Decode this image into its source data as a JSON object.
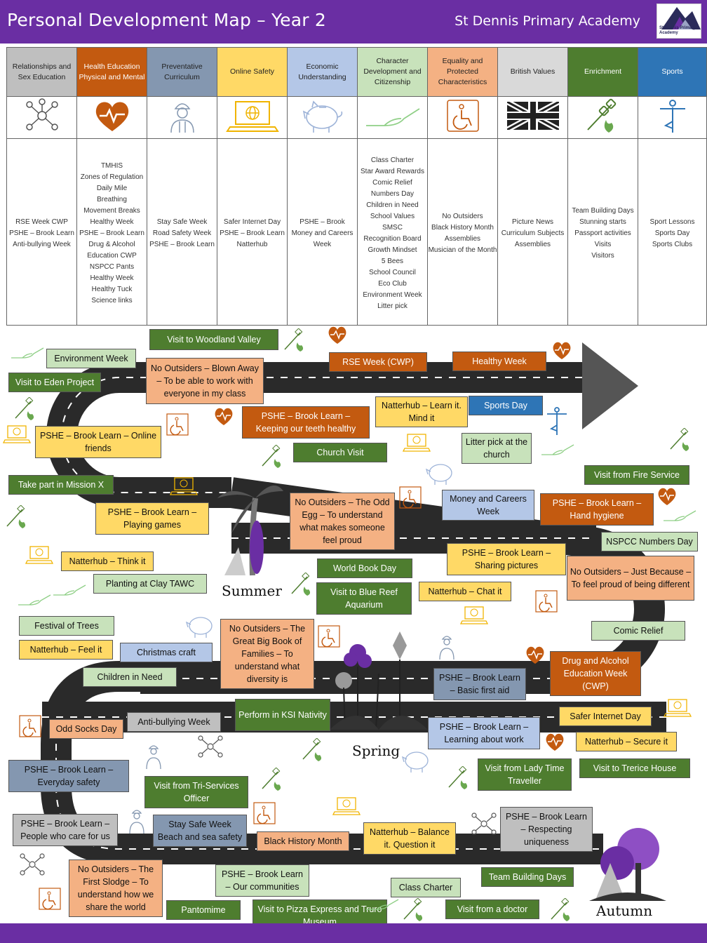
{
  "header": {
    "title": "Personal Development Map – Year 2",
    "school": "St Dennis Primary Academy",
    "logo_text": "St Dennis Primary Academy"
  },
  "colors": {
    "brand_purple": "#6a2ea3",
    "road": "#2a2a2a",
    "green": "#4e7d2f",
    "light_green": "#c8e2bb",
    "orange": "#c35a10",
    "peach": "#f4b183",
    "yellow": "#ffd966",
    "light_blue": "#b4c7e7",
    "dark_blue": "#2e75b6",
    "slate": "#8497b0",
    "grey": "#bfbfbf"
  },
  "columns": [
    {
      "title": "Relationships and Sex Education",
      "icon": "network-people-icon",
      "items": [
        "RSE Week CWP",
        "PSHE – Brook Learn",
        "Anti-bullying Week"
      ]
    },
    {
      "title": "Health Education Physical and Mental",
      "icon": "heart-pulse-icon",
      "items": [
        "TMHIS",
        "Zones of Regulation",
        "Daily Mile",
        "Breathing",
        "Movement Breaks",
        "Healthy Week",
        "PSHE – Brook Learn",
        "Drug & Alcohol Education CWP",
        "NSPCC Pants",
        "Healthy Week",
        "Healthy Tuck",
        "Science links"
      ]
    },
    {
      "title": "Preventative Curriculum",
      "icon": "worker-person-icon",
      "items": [
        "Stay Safe Week",
        "Road Safety Week",
        "PSHE – Brook Learn"
      ]
    },
    {
      "title": "Online Safety",
      "icon": "laptop-globe-icon",
      "items": [
        "Safer Internet Day",
        "PSHE – Brook Learn",
        "Natterhub"
      ]
    },
    {
      "title": "Economic Understanding",
      "icon": "piggy-bank-icon",
      "items": [
        "PSHE – Brook",
        "Money and Careers Week"
      ]
    },
    {
      "title": "Character Development and Citizenship",
      "icon": "helping-hand-icon",
      "items": [
        "Class Charter",
        "Star Award Rewards",
        "Comic Relief",
        "Numbers Day",
        "Children in Need",
        "School Values",
        "SMSC",
        "Recognition Board",
        "Growth Mindset",
        "5 Bees",
        "School Council",
        "Eco Club",
        "Environment Week",
        "Litter pick"
      ]
    },
    {
      "title": "Equality and Protected Characteristics",
      "icon": "wheelchair-icon",
      "items": [
        "No Outsiders",
        "Black History Month",
        "Assemblies",
        "Musician of the Month"
      ]
    },
    {
      "title": "British Values",
      "icon": "union-flag-icon",
      "items": [
        "Picture News",
        "Curriculum Subjects",
        "Assemblies"
      ]
    },
    {
      "title": "Enrichment",
      "icon": "marshmallow-fire-icon",
      "items": [
        "Team Building Days",
        "Stunning starts",
        "Passport activities",
        "Visits",
        "Visitors"
      ]
    },
    {
      "title": "Sports",
      "icon": "yoga-person-icon",
      "items": [
        "Sport Lessons",
        "Sports Day",
        "Sports Clubs"
      ]
    }
  ],
  "seasons": {
    "summer": "Summer",
    "spring": "Spring",
    "autumn": "Autumn"
  },
  "events": [
    {
      "text": "Visit to Woodland Valley",
      "color": "green"
    },
    {
      "text": "Environment Week",
      "color": "light_green"
    },
    {
      "text": "No Outsiders – Blown Away – To be able to work with everyone in my class",
      "color": "peach"
    },
    {
      "text": "RSE Week (CWP)",
      "color": "orange"
    },
    {
      "text": "Healthy Week",
      "color": "orange"
    },
    {
      "text": "Visit to Eden Project",
      "color": "green"
    },
    {
      "text": "PSHE – Brook Learn – Keeping our teeth healthy",
      "color": "orange"
    },
    {
      "text": "Natterhub – Learn it. Mind it",
      "color": "yellow"
    },
    {
      "text": "Sports Day",
      "color": "dark_blue"
    },
    {
      "text": "PSHE – Brook Learn – Online friends",
      "color": "yellow"
    },
    {
      "text": "Church Visit",
      "color": "green"
    },
    {
      "text": "Litter pick at the church",
      "color": "light_green"
    },
    {
      "text": "Take part in Mission X",
      "color": "green"
    },
    {
      "text": "Visit from Fire Service",
      "color": "green"
    },
    {
      "text": "PSHE – Brook Learn – Playing games",
      "color": "yellow"
    },
    {
      "text": "No Outsiders – The Odd Egg – To understand what makes someone feel proud",
      "color": "peach"
    },
    {
      "text": "Money and Careers Week",
      "color": "light_blue"
    },
    {
      "text": "PSHE – Brook Learn – Hand hygiene",
      "color": "orange"
    },
    {
      "text": "NSPCC Numbers Day",
      "color": "light_green"
    },
    {
      "text": "Natterhub – Think it",
      "color": "yellow"
    },
    {
      "text": "World Book Day",
      "color": "green"
    },
    {
      "text": "PSHE – Brook Learn – Sharing pictures",
      "color": "yellow"
    },
    {
      "text": "No Outsiders – Just Because – To feel proud of being different",
      "color": "peach"
    },
    {
      "text": "Planting at Clay TAWC",
      "color": "light_green"
    },
    {
      "text": "Visit to Blue Reef Aquarium",
      "color": "green"
    },
    {
      "text": "Natterhub – Chat it",
      "color": "yellow"
    },
    {
      "text": "Festival of Trees",
      "color": "light_green"
    },
    {
      "text": "No Outsiders – The Great Big Book of Families – To understand what diversity is",
      "color": "peach"
    },
    {
      "text": "Comic Relief",
      "color": "light_green"
    },
    {
      "text": "Natterhub – Feel it",
      "color": "yellow"
    },
    {
      "text": "Christmas craft",
      "color": "light_blue"
    },
    {
      "text": "Drug and Alcohol Education Week (CWP)",
      "color": "orange"
    },
    {
      "text": "Children in Need",
      "color": "light_green"
    },
    {
      "text": "PSHE – Brook Learn – Basic first aid",
      "color": "slate"
    },
    {
      "text": "Perform in KSI Nativity",
      "color": "green"
    },
    {
      "text": "Safer Internet Day",
      "color": "yellow"
    },
    {
      "text": "Odd Socks Day",
      "color": "peach"
    },
    {
      "text": "Anti-bullying Week",
      "color": "grey"
    },
    {
      "text": "PSHE – Brook Learn – Learning about work",
      "color": "light_blue"
    },
    {
      "text": "Natterhub – Secure it",
      "color": "yellow"
    },
    {
      "text": "PSHE – Brook Learn – Everyday safety",
      "color": "slate"
    },
    {
      "text": "Visit from Lady Time Traveller",
      "color": "green"
    },
    {
      "text": "Visit to Trerice House",
      "color": "green"
    },
    {
      "text": "Visit from Tri-Services Officer",
      "color": "green"
    },
    {
      "text": "PSHE – Brook Learn – People who care for us",
      "color": "grey"
    },
    {
      "text": "Stay Safe Week Beach and sea safety",
      "color": "slate"
    },
    {
      "text": "Black History Month",
      "color": "peach"
    },
    {
      "text": "Natterhub – Balance it. Question it",
      "color": "yellow"
    },
    {
      "text": "PSHE – Brook Learn – Respecting uniqueness",
      "color": "grey"
    },
    {
      "text": "No Outsiders – The First Slodge – To understand how we share the world",
      "color": "peach"
    },
    {
      "text": "PSHE – Brook Learn – Our communities",
      "color": "light_green"
    },
    {
      "text": "Class Charter",
      "color": "light_green"
    },
    {
      "text": "Team Building Days",
      "color": "green"
    },
    {
      "text": "Pantomime",
      "color": "green"
    },
    {
      "text": "Visit to Pizza Express and Truro Museum",
      "color": "green"
    },
    {
      "text": "Visit from a doctor",
      "color": "green"
    }
  ]
}
